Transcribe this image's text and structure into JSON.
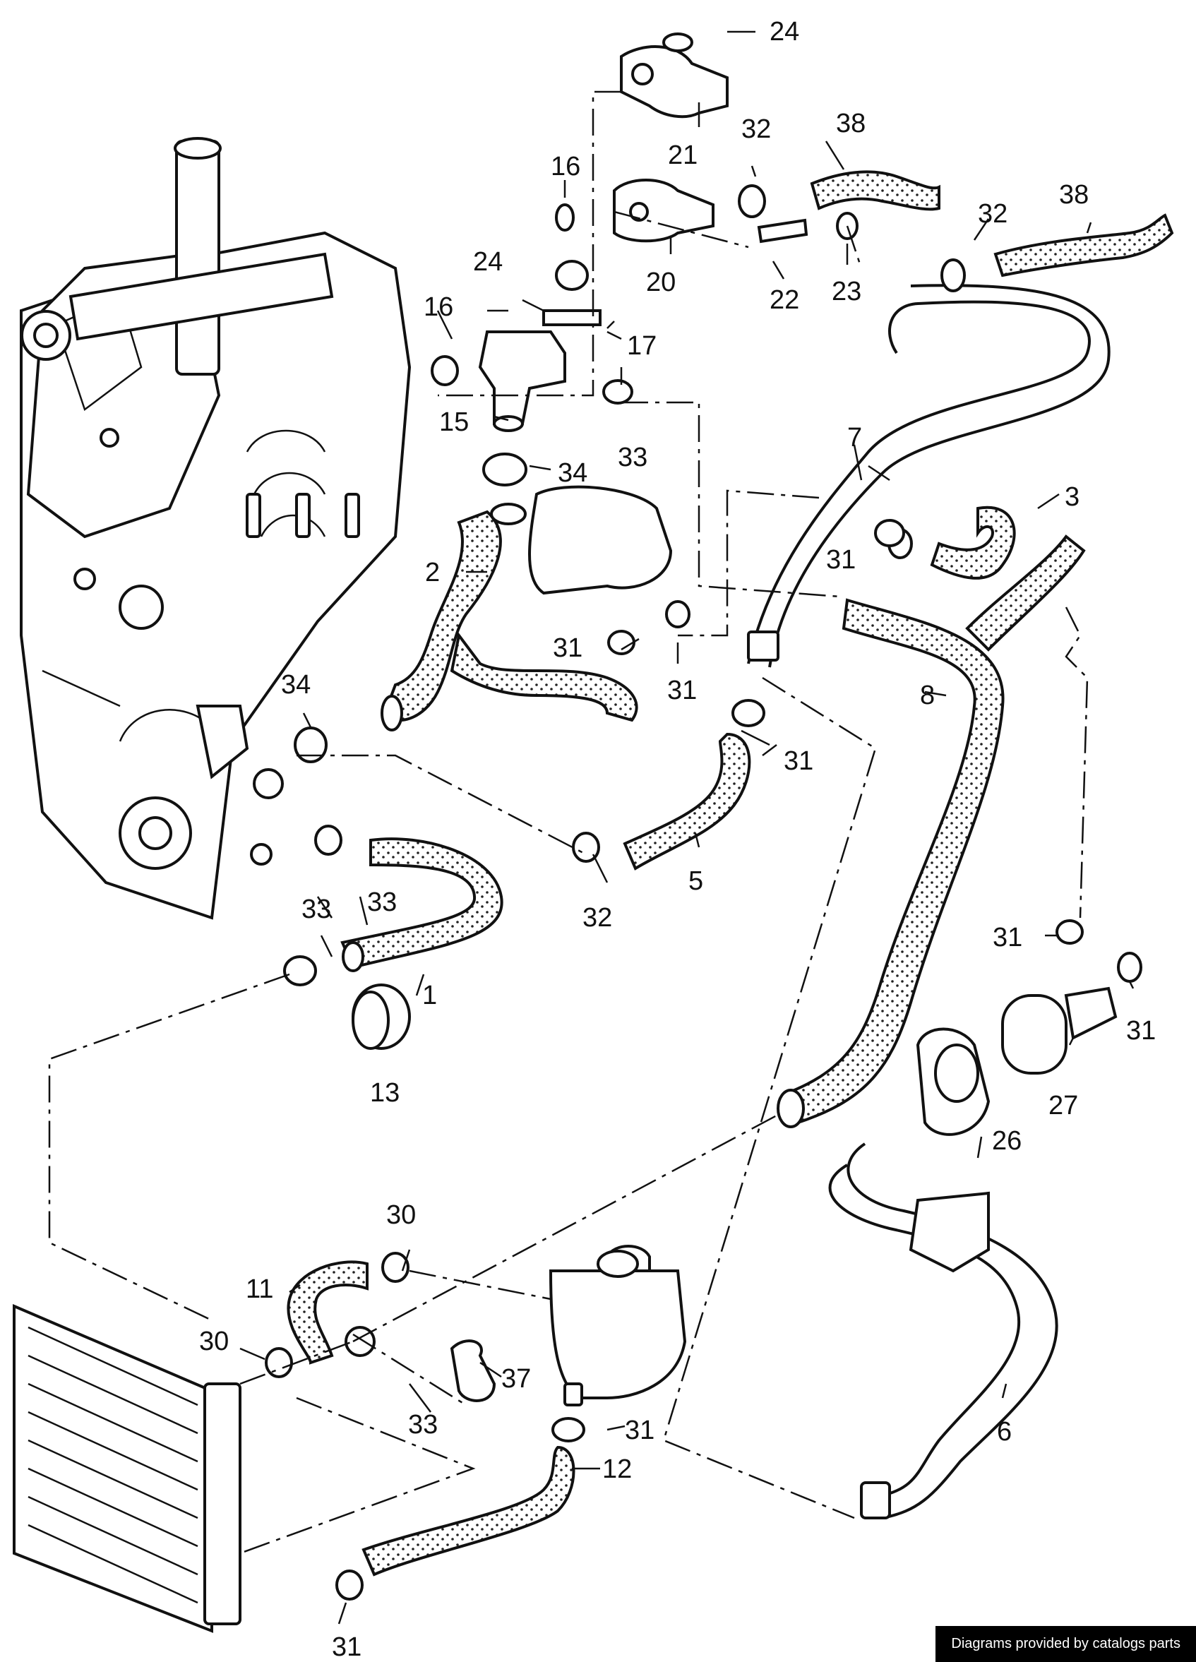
{
  "labels": {
    "l1": "1",
    "l2": "2",
    "l3": "3",
    "l5": "5",
    "l6": "6",
    "l7": "7",
    "l8": "8",
    "l11": "11",
    "l12": "12",
    "l13": "13",
    "l15": "15",
    "l16a": "16",
    "l16b": "16",
    "l17": "17",
    "l20": "20",
    "l21": "21",
    "l22": "22",
    "l23": "23",
    "l24a": "24",
    "l24b": "24",
    "l26": "26",
    "l27": "27",
    "l30a": "30",
    "l30b": "30",
    "l31a": "31",
    "l31b": "31",
    "l31c": "31",
    "l31d": "31",
    "l31e": "31",
    "l31f": "31",
    "l31g": "31",
    "l31h": "31",
    "l32a": "32",
    "l32b": "32",
    "l32c": "32",
    "l33a": "33",
    "l33b": "33",
    "l33c": "33",
    "l33d": "33",
    "l34a": "34",
    "l34b": "34",
    "l37": "37",
    "l38a": "38",
    "l38b": "38"
  },
  "credit": "Diagrams provided by catalogs parts"
}
